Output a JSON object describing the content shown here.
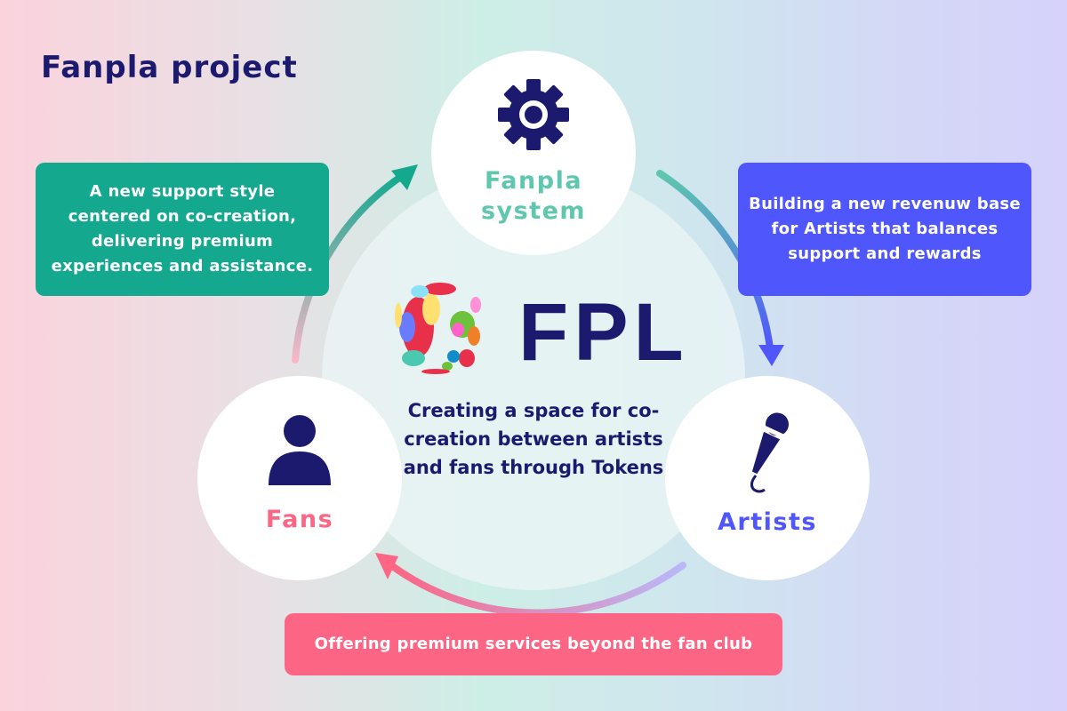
{
  "title": "Fanpla project",
  "center": {
    "logo_text": "FPL",
    "description": "Creating a space for co-creation between artists and fans through Tokens"
  },
  "nodes": {
    "system": {
      "label_line1": "Fanpla",
      "label_line2": "system",
      "icon": "gear-icon",
      "color": "#5ec7ad"
    },
    "fans": {
      "label": "Fans",
      "icon": "person-icon",
      "color": "#fc6684"
    },
    "artists": {
      "label": "Artists",
      "icon": "microphone-icon",
      "color": "#4f56fb"
    }
  },
  "boxes": {
    "fans_to_system": "A new support style centered on co-creation, delivering premium experiences and assistance.",
    "system_to_artists": "Building a new revenuw base for Artists that balances support and rewards",
    "artists_to_fans": "Offering premium services beyond the fan club"
  }
}
